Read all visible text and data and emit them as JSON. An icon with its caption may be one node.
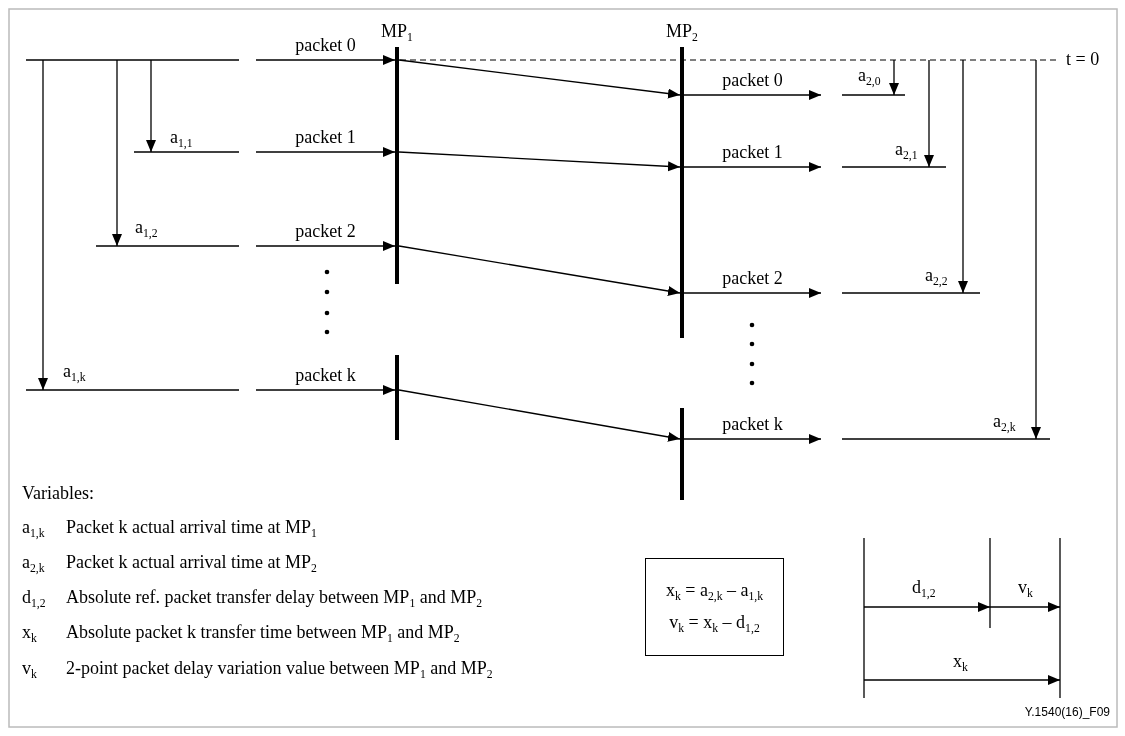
{
  "diagram": {
    "nodes": [
      {
        "text": [
          "MP$_{1}$"
        ]
      },
      {
        "text": [
          "MP$_{2}$"
        ]
      },
      {
        "text": [
          "x$_{k}$ = a$_{2,k}$ – a$_{1,k}$",
          "v$_{k}$ = x$_{k}$ – d$_{1,2}$"
        ]
      }
    ],
    "edges": [
      {
        "from": null,
        "to": 0,
        "arrow": "to",
        "label": "packet 0"
      },
      {
        "from": null,
        "to": 0,
        "arrow": "to",
        "label": "packet 1"
      },
      {
        "from": null,
        "to": 0,
        "arrow": "to",
        "label": "packet 2"
      },
      {
        "from": null,
        "to": 0,
        "arrow": "to",
        "label": "packet k"
      },
      {
        "from": 0,
        "to": 1,
        "arrow": "to"
      },
      {
        "from": 0,
        "to": 1,
        "arrow": "to"
      },
      {
        "from": 0,
        "to": 1,
        "arrow": "to"
      },
      {
        "from": 0,
        "to": 1,
        "arrow": "to"
      },
      {
        "from": 1,
        "to": null,
        "arrow": "to",
        "label": "packet 0"
      },
      {
        "from": 1,
        "to": null,
        "arrow": "to",
        "label": "packet 1"
      },
      {
        "from": 1,
        "to": null,
        "arrow": "to",
        "label": "packet 2"
      },
      {
        "from": 1,
        "to": null,
        "arrow": "to",
        "label": "packet k"
      }
    ],
    "labels": [
      "t = 0",
      "a$_{2,0}$",
      "a$_{1,1}$",
      "a$_{2,1}$",
      "a$_{1,2}$",
      "a$_{2,2}$",
      "a$_{1,k}$",
      "a$_{2,k}$",
      "Variables:",
      "a$_{1,k}$",
      "Packet k actual arrival time at MP$_{1}$",
      "a$_{2,k}$",
      "Packet k actual arrival time at MP$_{2}$",
      "d$_{1,2}$",
      "Absolute ref. packet transfer delay between MP$_{1}$ and MP$_{2}$",
      "x$_{k}$",
      "Absolute packet k transfer time between MP$_{1}$ and MP$_{2}$",
      "v$_{k}$",
      "2-point packet delay variation value between MP$_{1}$ and MP$_{2}$",
      "d$_{1,2}$",
      "v$_{k}$",
      "x$_{k}$",
      "Y.1540(16)_F09"
    ]
  }
}
